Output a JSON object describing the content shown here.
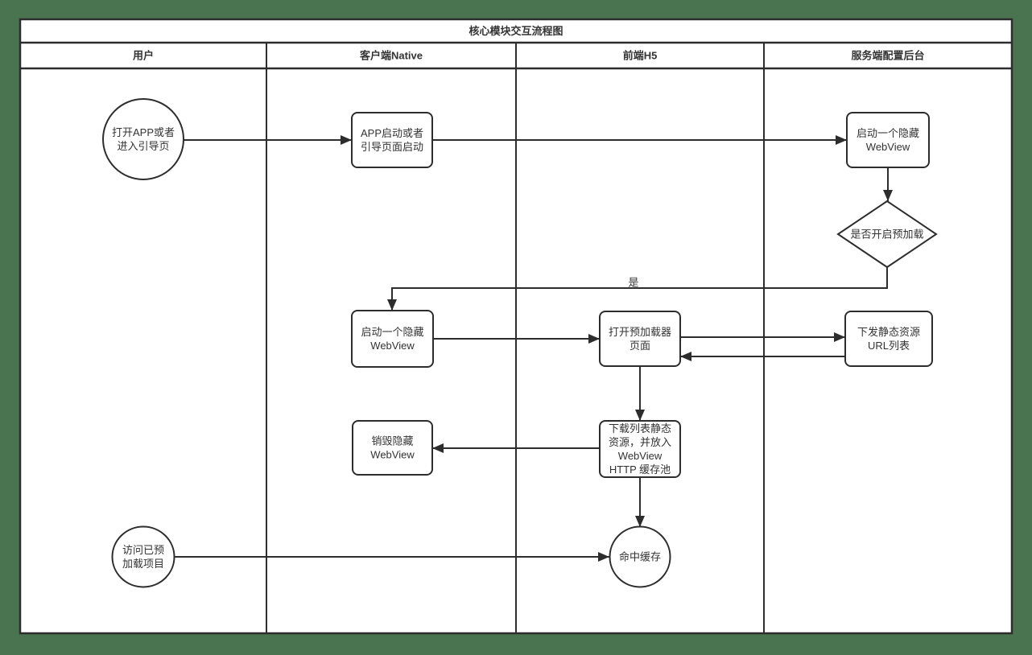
{
  "diagram": {
    "title": "核心模块交互流程图",
    "lanes": [
      {
        "id": "user",
        "label": "用户"
      },
      {
        "id": "client-native",
        "label": "客户端Native"
      },
      {
        "id": "frontend-h5",
        "label": "前端H5"
      },
      {
        "id": "server-config",
        "label": "服务端配置后台"
      }
    ],
    "nodes": [
      {
        "id": "open-app-start",
        "shape": "circle",
        "lane": "user",
        "lines": [
          "打开APP或者",
          "进入引导页"
        ]
      },
      {
        "id": "app-launch",
        "shape": "rect",
        "lane": "client-native",
        "lines": [
          "APP启动或者",
          "引导页面启动"
        ]
      },
      {
        "id": "server-hidden-webview",
        "shape": "rect",
        "lane": "server-config",
        "lines": [
          "启动一个隐藏",
          "WebView"
        ]
      },
      {
        "id": "preload-decision",
        "shape": "diamond",
        "lane": "server-config",
        "lines": [
          "是否开启预加载"
        ]
      },
      {
        "id": "client-hidden-webview",
        "shape": "rect",
        "lane": "client-native",
        "lines": [
          "启动一个隐藏",
          "WebView"
        ]
      },
      {
        "id": "open-preloader-page",
        "shape": "rect",
        "lane": "frontend-h5",
        "lines": [
          "打开预加载器",
          "页面"
        ]
      },
      {
        "id": "static-url-list",
        "shape": "rect",
        "lane": "server-config",
        "lines": [
          "下发静态资源",
          "URL列表"
        ]
      },
      {
        "id": "destroy-hidden-webview",
        "shape": "rect",
        "lane": "client-native",
        "lines": [
          "销毁隐藏",
          "WebView"
        ]
      },
      {
        "id": "download-static-resources",
        "shape": "rect",
        "lane": "frontend-h5",
        "lines": [
          "下载列表静态",
          "资源，并放入",
          "WebView",
          "HTTP 缓存池"
        ]
      },
      {
        "id": "cache-hit",
        "shape": "circle",
        "lane": "frontend-h5",
        "lines": [
          "命中缓存"
        ]
      },
      {
        "id": "visit-preloaded",
        "shape": "circle",
        "lane": "user",
        "lines": [
          "访问已预",
          "加载项目"
        ]
      }
    ],
    "edges": [
      {
        "id": "open-to-launch",
        "from": "open-app-start",
        "to": "app-launch",
        "label": ""
      },
      {
        "id": "launch-to-server-webview",
        "from": "app-launch",
        "to": "server-hidden-webview",
        "label": ""
      },
      {
        "id": "server-webview-to-decision",
        "from": "server-hidden-webview",
        "to": "preload-decision",
        "label": ""
      },
      {
        "id": "decision-to-client-webview",
        "from": "preload-decision",
        "to": "client-hidden-webview",
        "label": "是"
      },
      {
        "id": "client-webview-to-preloader",
        "from": "client-hidden-webview",
        "to": "open-preloader-page",
        "label": ""
      },
      {
        "id": "preloader-to-url-list",
        "from": "open-preloader-page",
        "to": "static-url-list",
        "label": ""
      },
      {
        "id": "url-list-to-preloader",
        "from": "static-url-list",
        "to": "open-preloader-page",
        "label": ""
      },
      {
        "id": "preloader-to-download",
        "from": "open-preloader-page",
        "to": "download-static-resources",
        "label": ""
      },
      {
        "id": "download-to-destroy",
        "from": "download-static-resources",
        "to": "destroy-hidden-webview",
        "label": ""
      },
      {
        "id": "download-to-cache-hit",
        "from": "download-static-resources",
        "to": "cache-hit",
        "label": ""
      },
      {
        "id": "visit-to-cache-hit",
        "from": "visit-preloaded",
        "to": "cache-hit",
        "label": ""
      }
    ],
    "colors": {
      "canvas_background": "#4a7350",
      "line": "#2d2d2d",
      "shape_fill": "#ffffff",
      "text": "#333333"
    }
  }
}
